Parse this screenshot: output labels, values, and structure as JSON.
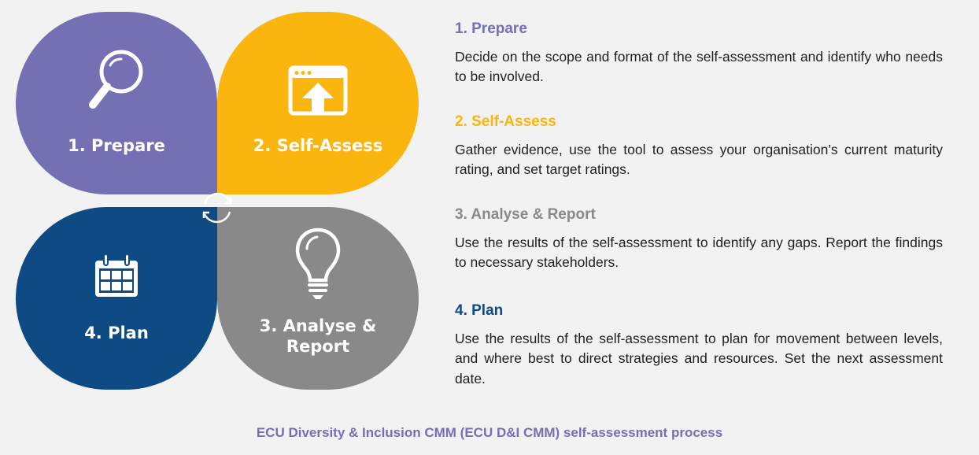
{
  "diagram": {
    "petals": [
      {
        "label": "1. Prepare",
        "icon": "magnifier-icon",
        "color": "#7470b3"
      },
      {
        "label": "2. Self-Assess",
        "icon": "upload-window-icon",
        "color": "#fbb50f"
      },
      {
        "label": "3. Analyse & Report",
        "icon": "lightbulb-icon",
        "color": "#898989"
      },
      {
        "label": "4. Plan",
        "icon": "calendar-icon",
        "color": "#0e4a84"
      }
    ],
    "center_icon": "cycle-arrows-icon"
  },
  "steps": [
    {
      "title": "1. Prepare",
      "color": "#7470b3",
      "description": "Decide on the scope and format of the self-assessment and identify who needs to be involved."
    },
    {
      "title": "2. Self-Assess",
      "color": "#fbb50f",
      "description": "Gather evidence, use the tool to assess your organisation’s current maturity rating, and set target ratings."
    },
    {
      "title": "3. Analyse & Report",
      "color": "#898989",
      "description": "Use the results of the self-assessment to identify any gaps. Report the findings to necessary stakeholders."
    },
    {
      "title": "4. Plan",
      "color": "#0e4a84",
      "description": "Use the results of the self-assessment to plan for movement between levels, and where best to direct strategies and resources. Set the next assessment date."
    }
  ],
  "caption": "ECU Diversity & Inclusion CMM (ECU D&I CMM) self-assessment process"
}
